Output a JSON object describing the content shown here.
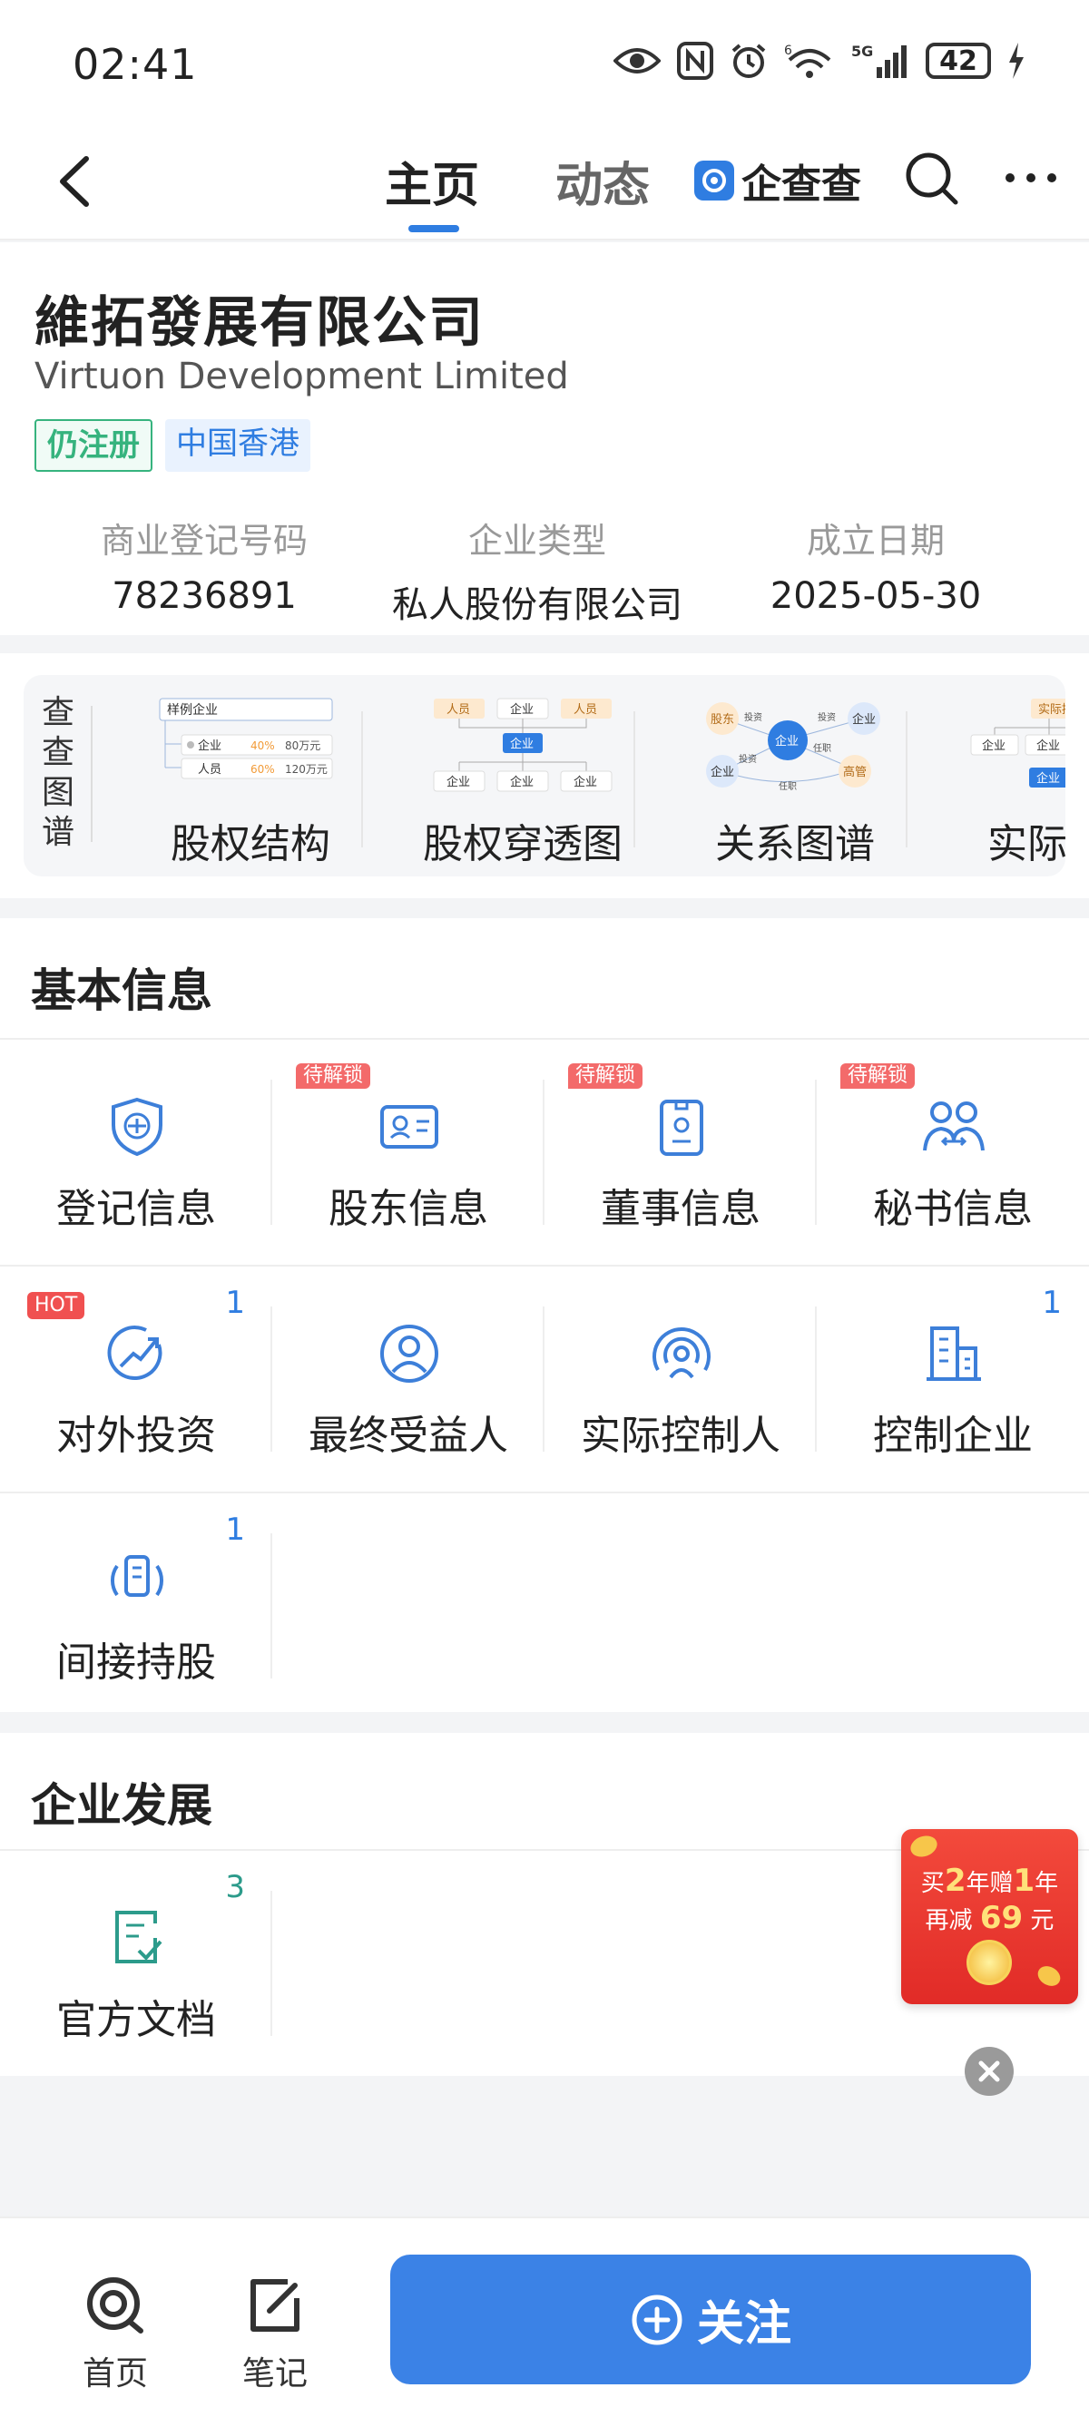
{
  "status_bar": {
    "time": "02:41",
    "battery": "42",
    "network": "5G",
    "wifi_sup": "6"
  },
  "nav": {
    "tab_home": "主页",
    "tab_news": "动态",
    "brand": "企查查"
  },
  "company": {
    "name_cn": "維拓發展有限公司",
    "name_en": "Virtuon Development Limited",
    "status_tag": "仍注册",
    "region_tag": "中国香港",
    "meta": [
      {
        "label": "商业登记号码",
        "value": "78236891"
      },
      {
        "label": "企业类型",
        "value": "私人股份有限公司"
      },
      {
        "label": "成立日期",
        "value": "2025-05-30"
      }
    ]
  },
  "graphs": {
    "section_label": "查查图谱",
    "items": [
      {
        "label": "股权结构",
        "thumb": {
          "top": "样例企业",
          "r1": "企业",
          "r1p": "40%",
          "r1a": "80万元",
          "r2": "人员",
          "r2p": "60%",
          "r2a": "120万元"
        }
      },
      {
        "label": "股权穿透图",
        "thumb": {
          "a": "人员",
          "b": "企业",
          "c": "人员",
          "center": "企业",
          "d": "企业",
          "e": "企业",
          "f": "企业"
        }
      },
      {
        "label": "关系图谱",
        "thumb": {
          "a": "股东",
          "b": "企业",
          "center": "企业",
          "c": "企业",
          "d": "高管",
          "e1": "投资",
          "e2": "投资",
          "e3": "投资",
          "e4": "任职",
          "e5": "任职"
        }
      },
      {
        "label": "实际控制",
        "thumb": {
          "top": "实际控制人",
          "a": "企业",
          "b": "企业",
          "c": "企业"
        }
      }
    ]
  },
  "basic_info": {
    "title": "基本信息",
    "lock_badge": "待解锁",
    "hot_badge": "HOT",
    "items": [
      {
        "label": "登记信息"
      },
      {
        "label": "股东信息"
      },
      {
        "label": "董事信息"
      },
      {
        "label": "秘书信息"
      },
      {
        "label": "对外投资",
        "count": "1"
      },
      {
        "label": "最终受益人"
      },
      {
        "label": "实际控制人"
      },
      {
        "label": "控制企业",
        "count": "1"
      },
      {
        "label": "间接持股",
        "count": "1"
      }
    ]
  },
  "development": {
    "title": "企业发展",
    "items": [
      {
        "label": "官方文档",
        "count": "3"
      }
    ]
  },
  "promo": {
    "line1_a": "买",
    "line1_b": "2",
    "line1_c": "年赠",
    "line1_d": "1",
    "line1_e": "年",
    "line2_a": "再减",
    "line2_b": "69",
    "line2_c": "元"
  },
  "bottom_bar": {
    "home": "首页",
    "notes": "笔记",
    "follow": "关注"
  },
  "colors": {
    "accent": "#2f7de1",
    "success": "#36b37e",
    "hot": "#f05050",
    "follow_button": "#3b82e6"
  }
}
